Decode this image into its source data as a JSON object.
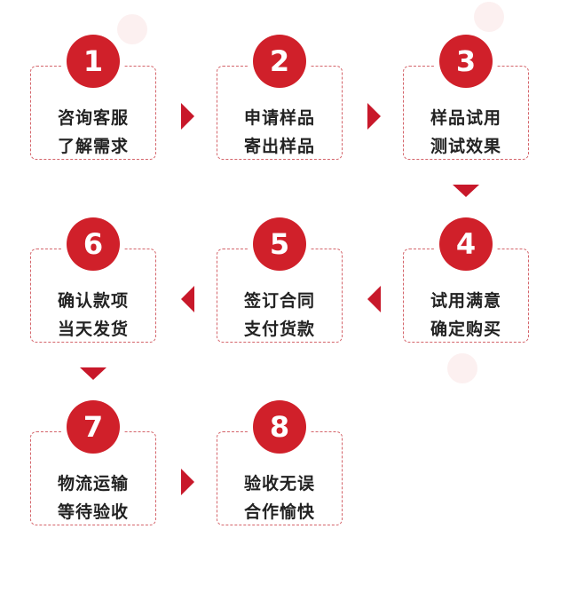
{
  "colors": {
    "accent": "#d0202a",
    "border": "#d4646a",
    "text": "#222222"
  },
  "steps": [
    {
      "number": "1",
      "line1": "咨询客服",
      "line2": "了解需求"
    },
    {
      "number": "2",
      "line1": "申请样品",
      "line2": "寄出样品"
    },
    {
      "number": "3",
      "line1": "样品试用",
      "line2": "测试效果"
    },
    {
      "number": "4",
      "line1": "试用满意",
      "line2": "确定购买"
    },
    {
      "number": "5",
      "line1": "签订合同",
      "line2": "支付货款"
    },
    {
      "number": "6",
      "line1": "确认款项",
      "line2": "当天发货"
    },
    {
      "number": "7",
      "line1": "物流运输",
      "line2": "等待验收"
    },
    {
      "number": "8",
      "line1": "验收无误",
      "line2": "合作愉快"
    }
  ],
  "arrows": [
    "right",
    "right",
    "down",
    "left",
    "left",
    "down",
    "right"
  ]
}
